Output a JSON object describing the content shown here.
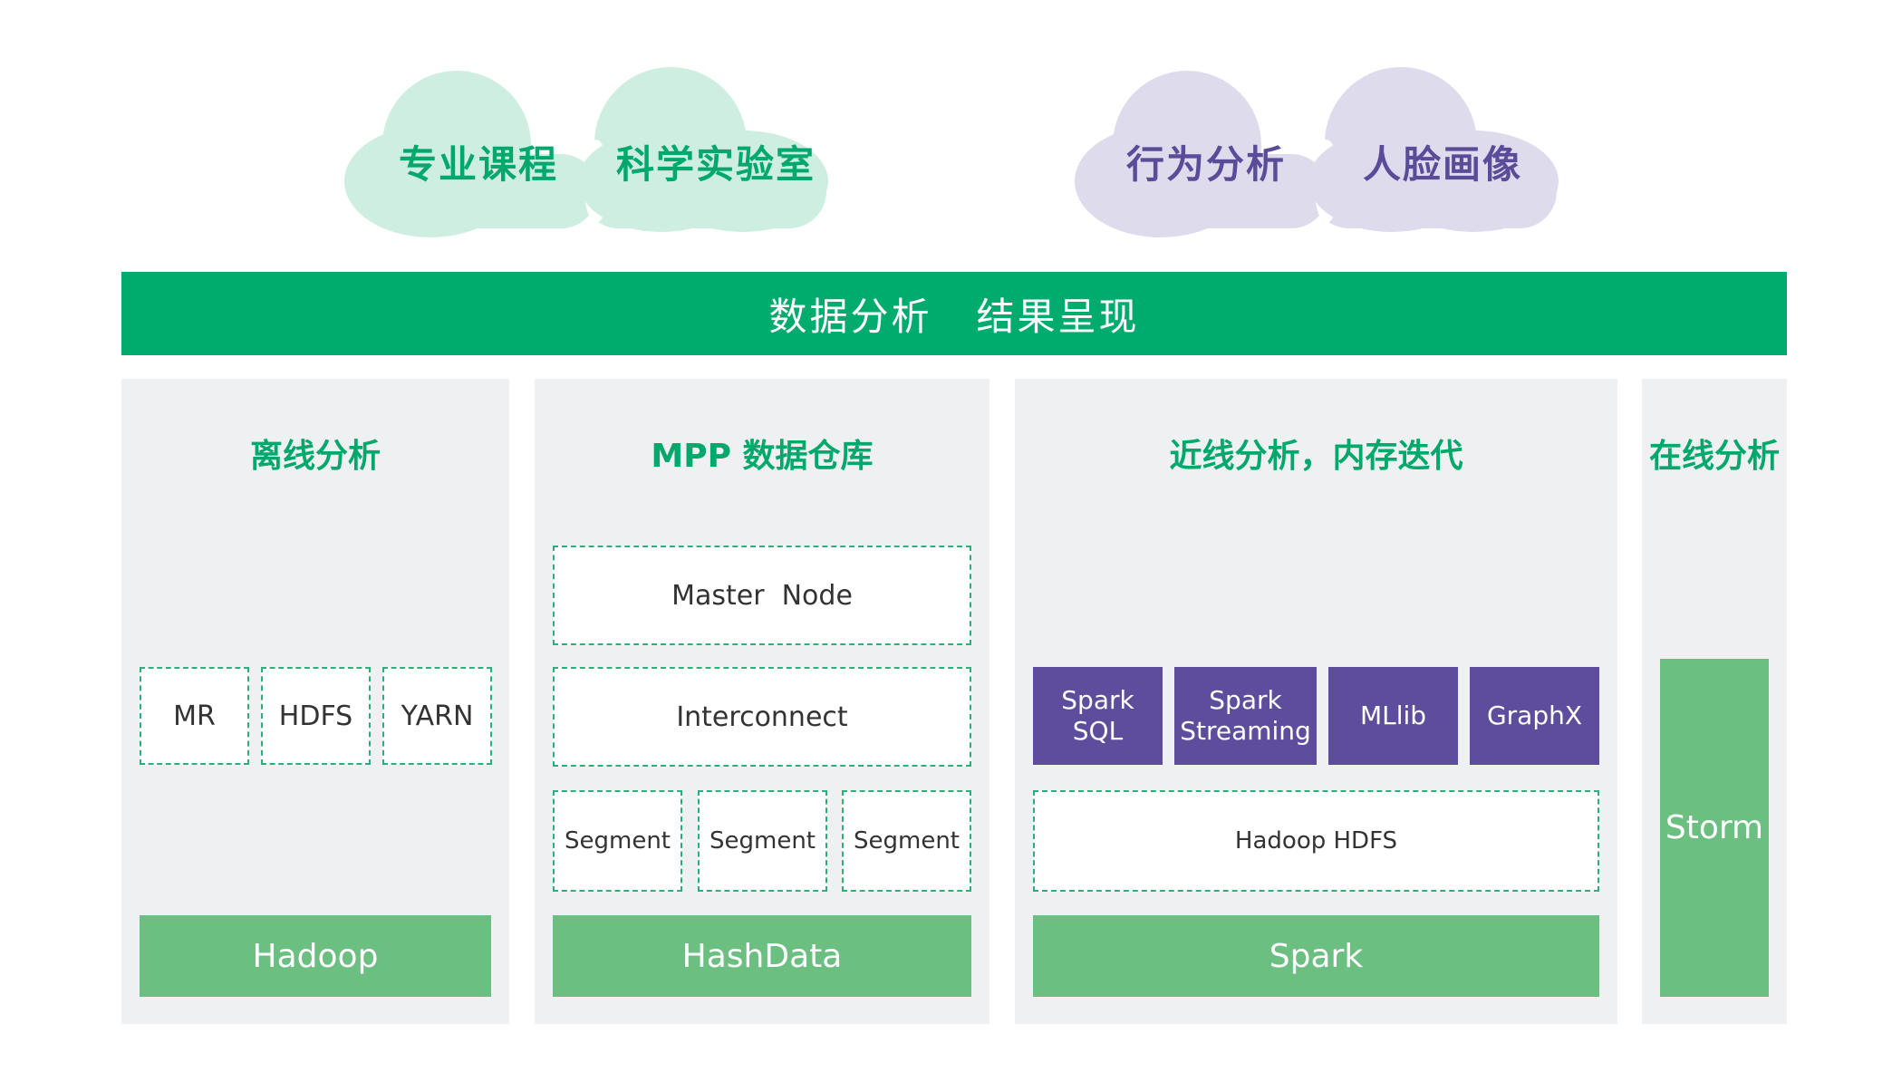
{
  "clouds": {
    "green": {
      "left_label": "专业课程",
      "right_label": "科学实验室",
      "color": "#cdeee1"
    },
    "purple": {
      "left_label": "行为分析",
      "right_label": "人脸画像",
      "color": "#dedcec"
    }
  },
  "banner": {
    "label": "数据分析   结果呈现",
    "color": "#00ab6e"
  },
  "panels": {
    "offline": {
      "title": "离线分析",
      "components": [
        "MR",
        "HDFS",
        "YARN"
      ],
      "base": "Hadoop"
    },
    "mpp": {
      "title": "MPP 数据仓库",
      "master": "Master  Node",
      "interconnect": "Interconnect",
      "segments": [
        "Segment",
        "Segment",
        "Segment"
      ],
      "base": "HashData"
    },
    "nearline": {
      "title": "近线分析，内存迭代",
      "modules": [
        "Spark\nSQL",
        "Spark\nStreaming",
        "MLlib",
        "GraphX"
      ],
      "storage": "Hadoop HDFS",
      "base": "Spark"
    },
    "online": {
      "title": "在线分析",
      "engine": "Storm"
    }
  },
  "colors": {
    "accent_green": "#00a86b",
    "bar_green": "#6bbf80",
    "module_purple": "#5e4d9d",
    "panel_gray": "#eff0f1",
    "dash_green": "#2bb07a"
  }
}
